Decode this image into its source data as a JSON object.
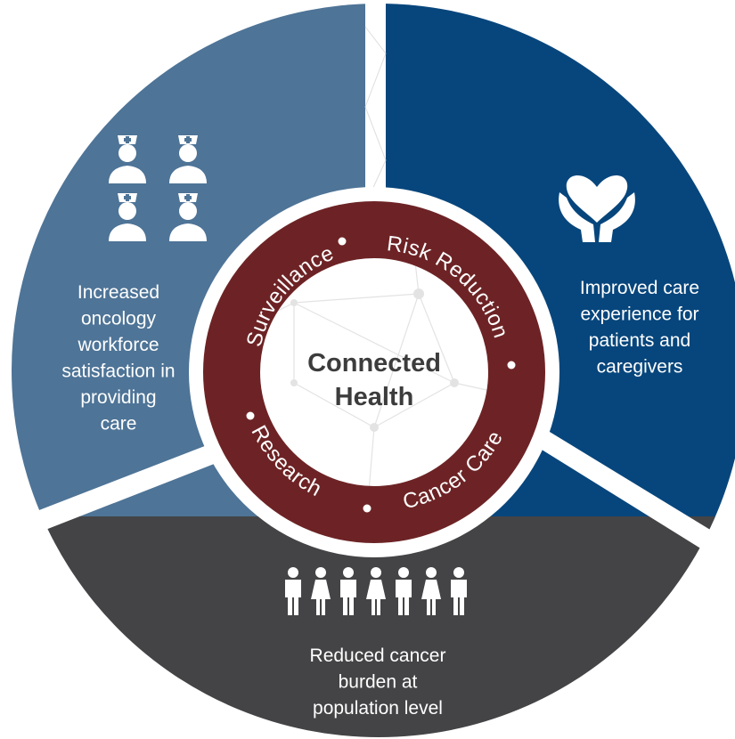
{
  "center": {
    "line1": "Connected",
    "line2": "Health"
  },
  "ring": {
    "surveillance": "Surveillance",
    "risk_reduction": "Risk Reduction",
    "cancer_care": "Cancer Care",
    "research": "Research"
  },
  "segments": {
    "workforce": {
      "lines": [
        "Increased",
        "oncology",
        "workforce",
        "satisfaction in",
        "providing",
        "care"
      ],
      "icon": "healthcare-workers-icon"
    },
    "care_experience": {
      "lines": [
        "Improved care",
        "experience for",
        "patients and",
        "caregivers"
      ],
      "icon": "heart-in-hands-icon"
    },
    "population": {
      "lines": [
        "Reduced cancer",
        "burden at",
        "population level"
      ],
      "icon": "population-icon"
    }
  },
  "colors": {
    "workforce": "#4e7497",
    "care_experience": "#07467c",
    "population": "#444446",
    "ring": "#6d2325",
    "center_text": "#3c3c3c"
  }
}
